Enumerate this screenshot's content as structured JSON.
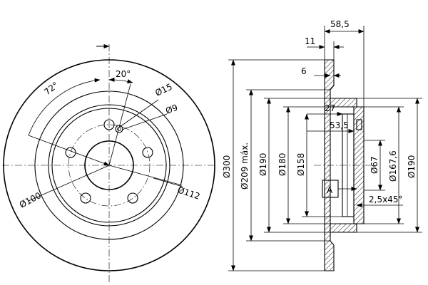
{
  "front_view": {
    "angle_72": "72°",
    "angle_20": "20°",
    "dia_15": "Ø15",
    "dia_9": "Ø9",
    "dia_100": "Ø100",
    "dia_112": "Ø112"
  },
  "section_view": {
    "width_58_5": "58,5",
    "width_11": "11",
    "thickness_6": "6",
    "depth_27": "27",
    "depth_53_5": "53,5",
    "dia_300": "Ø300",
    "dia_209": "Ø209 máx.",
    "dia_190_left": "Ø190",
    "dia_180": "Ø180",
    "dia_158": "Ø158",
    "dia_67": "Ø67",
    "dia_167_6": "Ø167,6",
    "dia_190_right": "Ø190",
    "chamfer": "2,5x45°",
    "datum": "A"
  }
}
